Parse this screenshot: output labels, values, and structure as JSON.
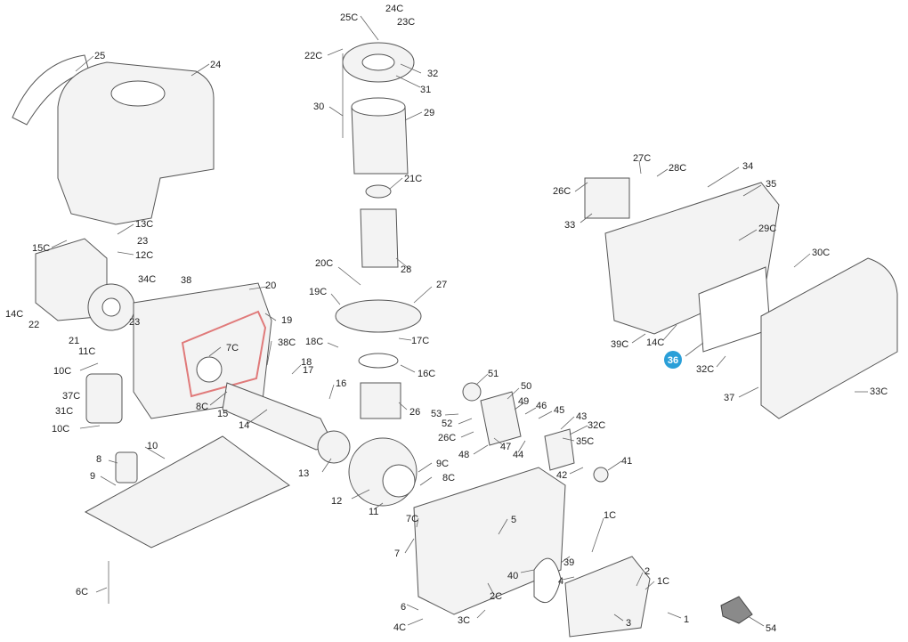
{
  "highlight_color": "#2a9fd8",
  "gasket_color": "#e07a7a",
  "highlighted_label": "36",
  "callouts": [
    {
      "id": "c25C",
      "text": "25C"
    },
    {
      "id": "c24C",
      "text": "24C"
    },
    {
      "id": "c23C",
      "text": "23C"
    },
    {
      "id": "c22C",
      "text": "22C"
    },
    {
      "id": "c32",
      "text": "32"
    },
    {
      "id": "c31",
      "text": "31"
    },
    {
      "id": "c30",
      "text": "30"
    },
    {
      "id": "c29",
      "text": "29"
    },
    {
      "id": "c21C",
      "text": "21C"
    },
    {
      "id": "c25",
      "text": "25"
    },
    {
      "id": "c24",
      "text": "24"
    },
    {
      "id": "c13C",
      "text": "13C"
    },
    {
      "id": "c15C",
      "text": "15C"
    },
    {
      "id": "c23a",
      "text": "23"
    },
    {
      "id": "c12C",
      "text": "12C"
    },
    {
      "id": "c34C",
      "text": "34C"
    },
    {
      "id": "c38",
      "text": "38"
    },
    {
      "id": "c20",
      "text": "20"
    },
    {
      "id": "c14Ca",
      "text": "14C"
    },
    {
      "id": "c22",
      "text": "22"
    },
    {
      "id": "c23b",
      "text": "23"
    },
    {
      "id": "c21",
      "text": "21"
    },
    {
      "id": "c11C",
      "text": "11C"
    },
    {
      "id": "c7Ca",
      "text": "7C"
    },
    {
      "id": "c19",
      "text": "19"
    },
    {
      "id": "c38C",
      "text": "38C"
    },
    {
      "id": "c10C",
      "text": "10C"
    },
    {
      "id": "c37C",
      "text": "37C"
    },
    {
      "id": "c31C",
      "text": "31C"
    },
    {
      "id": "c10Ca",
      "text": "10C"
    },
    {
      "id": "c8Ca",
      "text": "8C"
    },
    {
      "id": "c15",
      "text": "15"
    },
    {
      "id": "c14",
      "text": "14"
    },
    {
      "id": "c20C",
      "text": "20C"
    },
    {
      "id": "c28",
      "text": "28"
    },
    {
      "id": "c27",
      "text": "27"
    },
    {
      "id": "c19C",
      "text": "19C"
    },
    {
      "id": "c18C",
      "text": "18C"
    },
    {
      "id": "c17C",
      "text": "17C"
    },
    {
      "id": "c18",
      "text": "18"
    },
    {
      "id": "c17",
      "text": "17"
    },
    {
      "id": "c16C",
      "text": "16C"
    },
    {
      "id": "c16",
      "text": "16"
    },
    {
      "id": "c26",
      "text": "26"
    },
    {
      "id": "c51",
      "text": "51"
    },
    {
      "id": "c50",
      "text": "50"
    },
    {
      "id": "c49",
      "text": "49"
    },
    {
      "id": "c46",
      "text": "46"
    },
    {
      "id": "c45",
      "text": "45"
    },
    {
      "id": "c53",
      "text": "53"
    },
    {
      "id": "c52",
      "text": "52"
    },
    {
      "id": "c26Ca",
      "text": "26C"
    },
    {
      "id": "c47",
      "text": "47"
    },
    {
      "id": "c43",
      "text": "43"
    },
    {
      "id": "c32Ca",
      "text": "32C"
    },
    {
      "id": "c35C",
      "text": "35C"
    },
    {
      "id": "c48",
      "text": "48"
    },
    {
      "id": "c44",
      "text": "44"
    },
    {
      "id": "c27C",
      "text": "27C"
    },
    {
      "id": "c28C",
      "text": "28C"
    },
    {
      "id": "c34",
      "text": "34"
    },
    {
      "id": "c26C",
      "text": "26C"
    },
    {
      "id": "c35",
      "text": "35"
    },
    {
      "id": "c33",
      "text": "33"
    },
    {
      "id": "c29C",
      "text": "29C"
    },
    {
      "id": "c30C",
      "text": "30C"
    },
    {
      "id": "c39C",
      "text": "39C"
    },
    {
      "id": "c14Cb",
      "text": "14C"
    },
    {
      "id": "c32Cb",
      "text": "32C"
    },
    {
      "id": "c33C",
      "text": "33C"
    },
    {
      "id": "c37",
      "text": "37"
    },
    {
      "id": "c10",
      "text": "10"
    },
    {
      "id": "c8",
      "text": "8"
    },
    {
      "id": "c9",
      "text": "9"
    },
    {
      "id": "c13",
      "text": "13"
    },
    {
      "id": "c12",
      "text": "12"
    },
    {
      "id": "c11",
      "text": "11"
    },
    {
      "id": "c9C",
      "text": "9C"
    },
    {
      "id": "c8Cb",
      "text": "8C"
    },
    {
      "id": "c41",
      "text": "41"
    },
    {
      "id": "c42",
      "text": "42"
    },
    {
      "id": "c7Cb",
      "text": "7C"
    },
    {
      "id": "c5",
      "text": "5"
    },
    {
      "id": "c1Ca",
      "text": "1C"
    },
    {
      "id": "c7",
      "text": "7"
    },
    {
      "id": "c39",
      "text": "39"
    },
    {
      "id": "c40",
      "text": "40"
    },
    {
      "id": "c4",
      "text": "4"
    },
    {
      "id": "c2",
      "text": "2"
    },
    {
      "id": "c1Cb",
      "text": "1C"
    },
    {
      "id": "c2C",
      "text": "2C"
    },
    {
      "id": "c6",
      "text": "6"
    },
    {
      "id": "c6C",
      "text": "6C"
    },
    {
      "id": "c4C",
      "text": "4C"
    },
    {
      "id": "c3C",
      "text": "3C"
    },
    {
      "id": "c3",
      "text": "3"
    },
    {
      "id": "c1",
      "text": "1"
    },
    {
      "id": "c54",
      "text": "54"
    }
  ]
}
